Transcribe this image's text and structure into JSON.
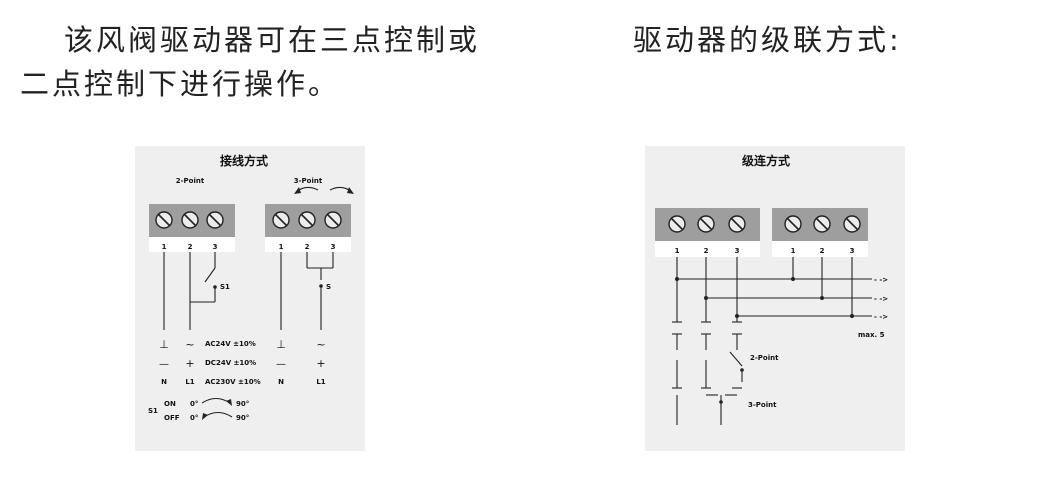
{
  "text": {
    "intro_line1": "该风阀驱动器可在三点控制或",
    "intro_line2": "二点控制下进行操作。",
    "cascade_heading": "驱动器的级联方式:"
  },
  "wiring": {
    "title": "接线方式",
    "label_2point": "2-Point",
    "label_3point": "3-Point",
    "terminals": [
      "1",
      "2",
      "3"
    ],
    "switch_s1": "S1",
    "switch_s": "S",
    "sym_ground": "⊥",
    "sym_ac": "~",
    "sym_minus": "—",
    "sym_plus": "+",
    "sup_ac24": "AC24V ±10%",
    "sup_dc24": "DC24V ±10%",
    "sup_ac230": "AC230V ±10%",
    "wire_n": "N",
    "wire_l1": "L1",
    "s1_on": "ON",
    "s1_off": "OFF",
    "angle_start": "0°",
    "angle_end": "90°"
  },
  "cascade": {
    "title": "级连方式",
    "terminals": [
      "1",
      "2",
      "3"
    ],
    "arrow": "- ->",
    "max": "max. 5",
    "label_2point": "2-Point",
    "label_3point": "3-Point"
  },
  "colors": {
    "panel": "#efefef",
    "terminal_block": "#9e9e9e",
    "screw": "#ececec"
  }
}
